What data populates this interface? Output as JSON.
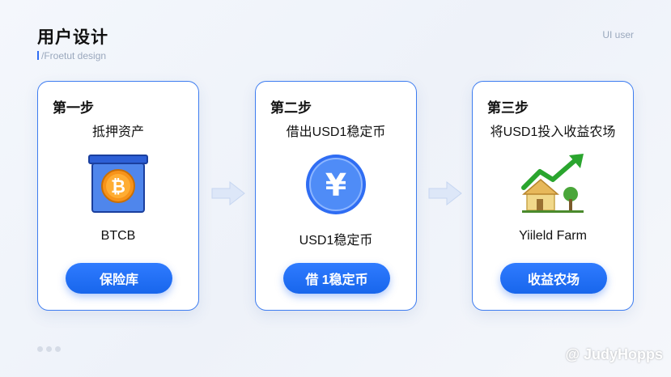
{
  "header": {
    "title": "用户设计",
    "subtitle": "/Froetut design",
    "right_label": "UI user"
  },
  "steps": [
    {
      "label": "第一步",
      "title": "抵押资产",
      "icon": "bitcoin-vault-icon",
      "item": "BTCB",
      "button": "保险库"
    },
    {
      "label": "第二步",
      "title": "借出USD1稳定币",
      "icon": "yen-coin-icon",
      "item": "USD1稳定币",
      "button": "借 1稳定币"
    },
    {
      "label": "第三步",
      "title": "将USD1投入收益农场",
      "icon": "farm-growth-icon",
      "item": "Yiileld Farm",
      "button": "收益农场"
    }
  ],
  "watermark": "@ JudyHopps",
  "colors": {
    "accent": "#1f6ff0",
    "card_border": "#3d7cf0",
    "bitcoin": "#f7931a",
    "growth_green": "#2aa52e"
  }
}
